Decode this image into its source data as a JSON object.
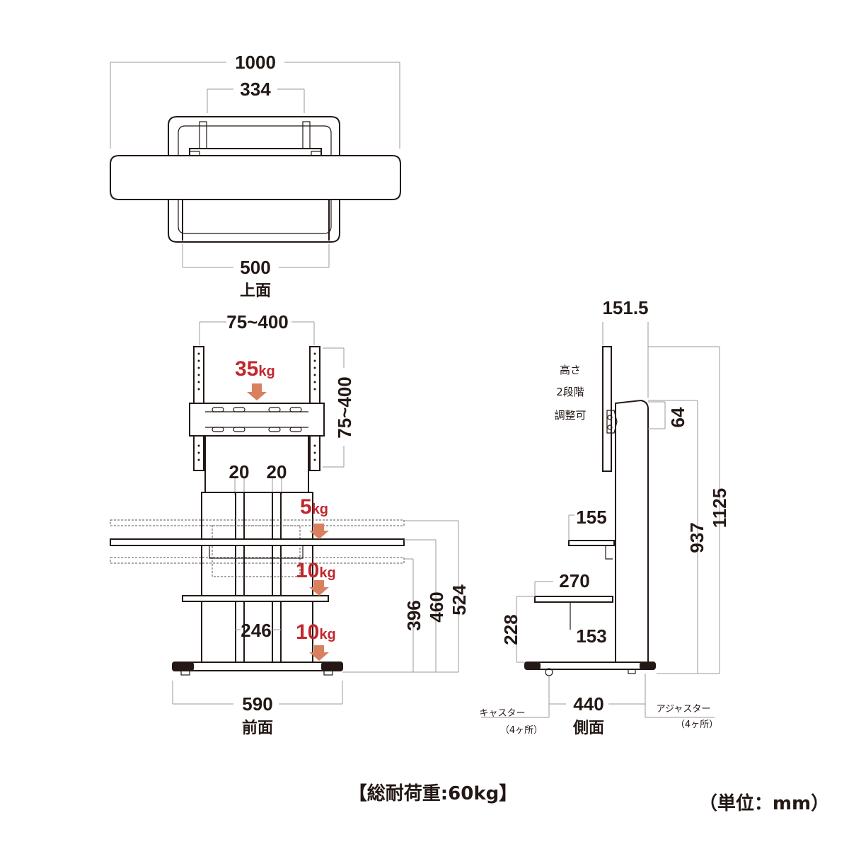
{
  "top_view": {
    "label": "上面",
    "dim_width": "1000",
    "dim_mount": "334",
    "dim_base": "500"
  },
  "front_view": {
    "label": "前面",
    "dim_vesa_h": "75~400",
    "dim_vesa_v": "75~400",
    "dim_pole_left": "20",
    "dim_pole_right": "20",
    "dim_inner": "246",
    "dim_width": "590",
    "dim_h1": "396",
    "dim_h2": "460",
    "dim_h3": "524",
    "loads": [
      {
        "num": "35",
        "unit": "kg"
      },
      {
        "num": "5",
        "unit": "kg"
      },
      {
        "num": "10",
        "unit": "kg"
      },
      {
        "num": "10",
        "unit": "kg"
      }
    ]
  },
  "side_view": {
    "label": "側面",
    "dim_depth_top": "151.5",
    "dim_64": "64",
    "dim_937": "937",
    "dim_1125": "1125",
    "dim_155": "155",
    "dim_270": "270",
    "dim_153": "153",
    "dim_228": "228",
    "dim_440": "440",
    "height_note": [
      "高さ",
      "2段階",
      "調整可"
    ],
    "caster": {
      "label": "キャスター",
      "count": "（4ヶ所）"
    },
    "adjuster": {
      "label": "アジャスター",
      "count": "（4ヶ所）"
    }
  },
  "footer": {
    "total_load": "【総耐荷重:60kg】",
    "unit": "（単位：mm）"
  },
  "colors": {
    "line": "#231815",
    "weight_text": "#c1272d",
    "arrow": "#d9805f"
  }
}
